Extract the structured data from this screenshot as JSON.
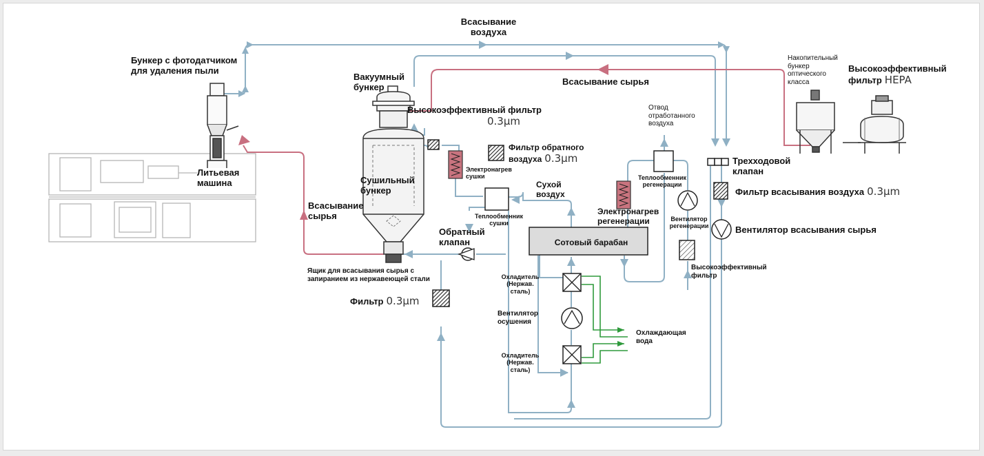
{
  "colors": {
    "air_line": "#8fb0c4",
    "material_line": "#c86f80",
    "water_line": "#2e9a3b",
    "machine_outline": "#b5b5b5",
    "equipment": "#333333",
    "heater_fill": "#c9747f"
  },
  "labels": {
    "air_suction": "Всасывание воздуха",
    "photo_hopper": "Бункер с фотодатчиком для удаления пыли",
    "vacuum_hopper": "Вакуумный бункер",
    "hepa_top": "Высокоэффективный фильтр",
    "hepa_top_value": "0.3μm",
    "material_suction_top": "Всасывание сырья",
    "storage_hopper": "Накопительный бункер оптического класса",
    "hepa_filter": "Высокоэффективный фильтр",
    "hepa_filter_value": "HEPA",
    "exhaust": "Отвод отработанного воздуха",
    "injection_machine": "Литьевая машина",
    "drying_hopper": "Сушильный бункер",
    "return_filter": "Фильтр обратного воздуха",
    "return_filter_value": "0.3μm",
    "drying_heater": "Электронагрев сушки",
    "dry_air": "Сухой воздух",
    "drying_hex": "Теплообменник сушки",
    "regen_heater": "Электронагрев регенерации",
    "regen_hex": "Теплообменник регенерации",
    "three_way": "Трехходовой клапан",
    "air_filter": "Фильтр всасывания воздуха",
    "air_filter_value": "0.3μm",
    "regen_fan": "Вентилятор регенерации",
    "material_fan": "Вентилятор всасывания сырья",
    "material_suction_left": "Всасывание сырья",
    "check_valve": "Обратный клапан",
    "honeycomb": "Сотовый барабан",
    "hepa_small": "Высокоэффективный фильтр",
    "suction_box": "Ящик для всасывания сырья с запиранием из нержавеющей стали",
    "cooler_top": "Охладитель (Нержав. сталь)",
    "filter": "Фильтр",
    "filter_value": "0.3μm",
    "dehum_fan": "Вентилятор осушения",
    "cooling_water": "Охлаждающая вода",
    "cooler_bottom": "Охладитель (Нержав. сталь)"
  }
}
